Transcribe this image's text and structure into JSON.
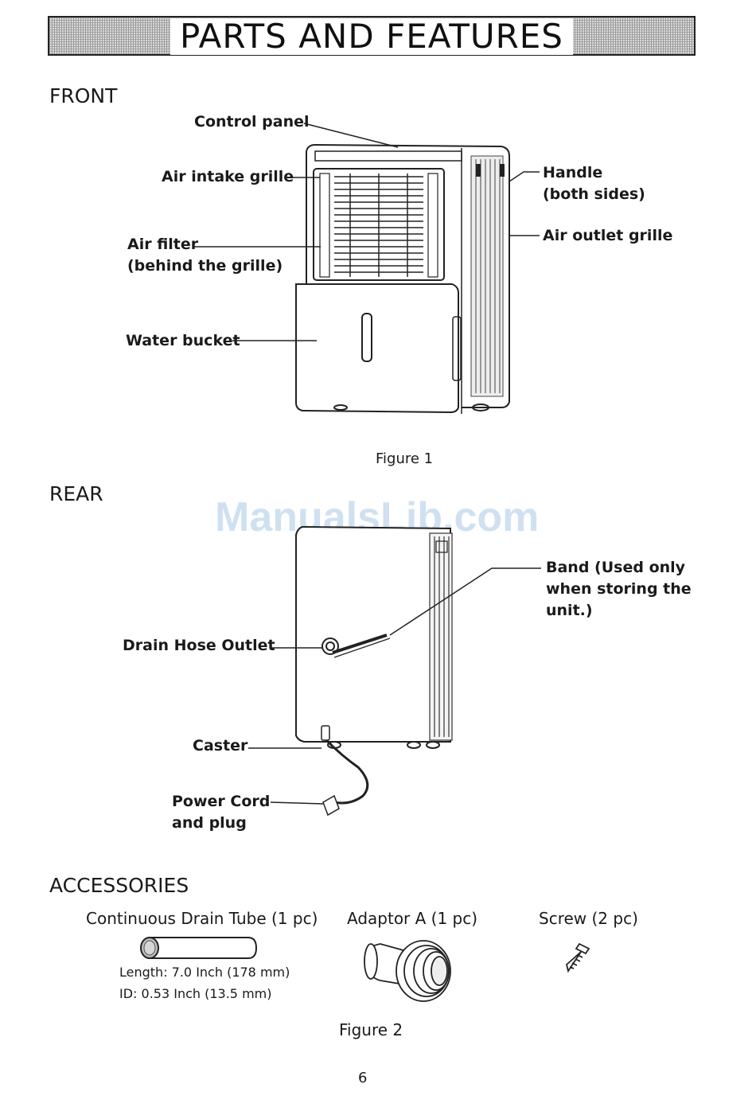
{
  "header": {
    "title": "PARTS AND FEATURES"
  },
  "front": {
    "heading": "FRONT",
    "labels": {
      "control_panel": "Control panel",
      "air_intake_grille": "Air intake grille",
      "air_filter": "Air filter",
      "air_filter_sub": "(behind the grille)",
      "water_bucket": "Water bucket",
      "handle": "Handle",
      "handle_sub": "(both sides)",
      "air_outlet_grille": "Air outlet grille"
    },
    "figure_caption": "Figure 1"
  },
  "watermark": "ManualsLib.com",
  "rear": {
    "heading": "REAR",
    "labels": {
      "band_line1": "Band (Used only",
      "band_line2": "when storing the",
      "band_line3": "unit.)",
      "drain_hose_outlet": "Drain Hose Outlet",
      "caster": "Caster",
      "power_cord_line1": "Power Cord",
      "power_cord_line2": "and plug"
    }
  },
  "accessories": {
    "heading": "ACCESSORIES",
    "drain_tube": {
      "title": "Continuous Drain Tube (1 pc)",
      "length": "Length: 7.0 Inch (178 mm)",
      "id": "ID: 0.53 Inch (13.5 mm)"
    },
    "adaptor": {
      "title": "Adaptor A (1 pc)"
    },
    "screw": {
      "title": "Screw (2 pc)"
    },
    "figure_caption": "Figure 2"
  },
  "footer": {
    "page_number": "6"
  }
}
